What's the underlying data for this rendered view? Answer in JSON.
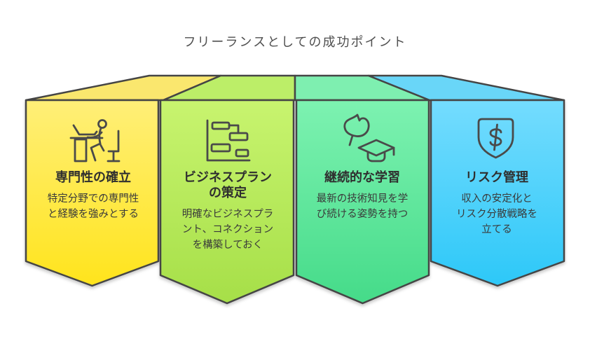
{
  "title": "フリーランスとしての成功ポイント",
  "style": {
    "stroke": "#454545",
    "icon_stroke": "#4a4a4a",
    "title_color": "#4f4f4f",
    "panel_title_color": "#2f2f2f",
    "panel_text_color": "#3a3a3a",
    "background": "#ffffff"
  },
  "panels": [
    {
      "id": "expertise",
      "icon": "person-at-desk-icon",
      "title": "専門性の確立",
      "title_lines": [
        "専門性の確立"
      ],
      "description": "特定分野での専門性と経験を強みとする",
      "description_lines": [
        "特定分野での専門性",
        "と経験を強みとする"
      ],
      "colors": {
        "top": "#ffef78",
        "bottom": "#ffe41c",
        "roof": "#fae76e"
      }
    },
    {
      "id": "business-plan",
      "icon": "gantt-chart-icon",
      "title": "ビジネスプランの策定",
      "title_lines": [
        "ビジネスプラン",
        "の策定"
      ],
      "description": "明確なビジネスプラント、コネクションを構築しておく",
      "description_lines": [
        "明確なビジネスプラ",
        "ント、コネクション",
        "を構築しておく"
      ],
      "colors": {
        "top": "#c8f46f",
        "bottom": "#a6df48",
        "roof": "#bcee68"
      }
    },
    {
      "id": "continuous-learning",
      "icon": "flag-and-graduation-cap-icon",
      "title": "継続的な学習",
      "title_lines": [
        "継続的な学習"
      ],
      "description": "最新の技術知見を学び続ける姿勢を持つ",
      "description_lines": [
        "最新の技術知見を学",
        "び続ける姿勢を持つ"
      ],
      "colors": {
        "top": "#7df2b1",
        "bottom": "#45db89",
        "roof": "#7eefb0"
      }
    },
    {
      "id": "risk-management",
      "icon": "shield-dollar-icon",
      "title": "リスク管理",
      "title_lines": [
        "リスク管理"
      ],
      "description": "収入の安定化とリスク分散戦略を立てる",
      "description_lines": [
        "収入の安定化と",
        "リスク分散戦略を",
        "立てる"
      ],
      "colors": {
        "top": "#74dcfe",
        "bottom": "#2dc8f8",
        "roof": "#69d6f8"
      }
    }
  ]
}
